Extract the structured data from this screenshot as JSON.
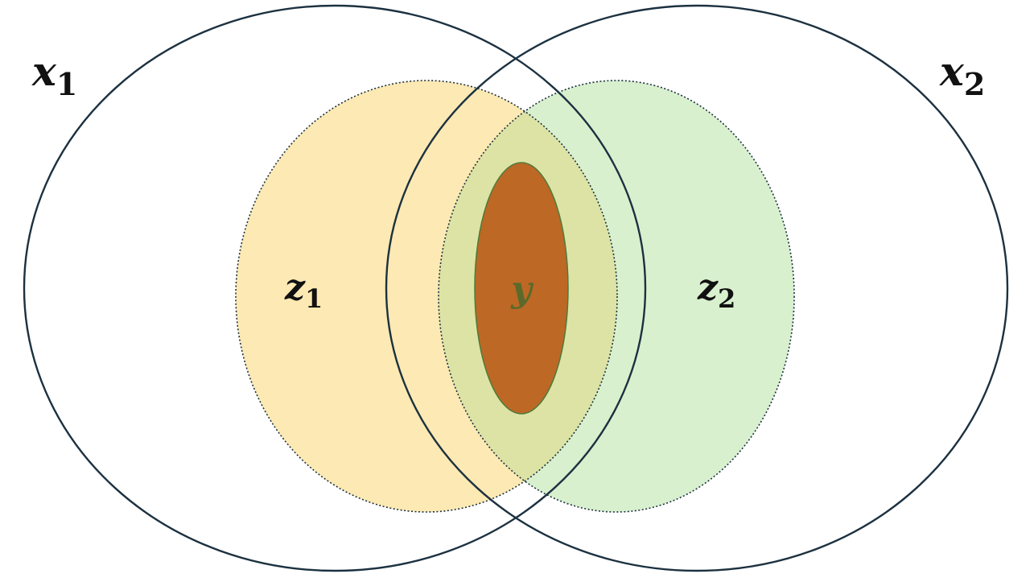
{
  "diagram": {
    "type": "venn",
    "sets": {
      "x1": {
        "label": "x",
        "subscript": "1"
      },
      "x2": {
        "label": "x",
        "subscript": "2"
      },
      "z1": {
        "label": "z",
        "subscript": "1",
        "fill": "#fde9b3"
      },
      "z2": {
        "label": "z",
        "subscript": "2",
        "fill": "#d9f0cf"
      },
      "y": {
        "label": "y",
        "fill": "#bd6825"
      }
    },
    "colors": {
      "outline": "#1c3140",
      "overlap_z1_z2": "#dde3a4",
      "y_text": "#5a6a2a"
    }
  }
}
